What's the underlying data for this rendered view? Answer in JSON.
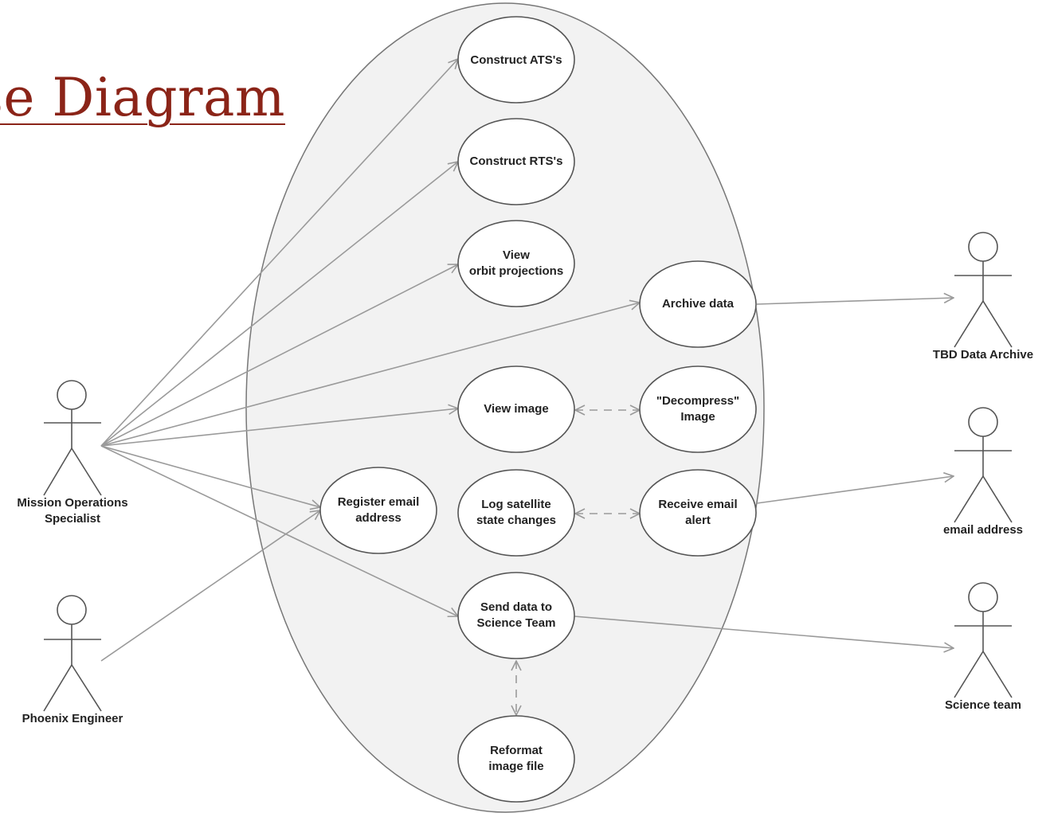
{
  "page": {
    "title": "se Diagram"
  },
  "colors": {
    "title": "#8b2418",
    "line": "#9a9a9a",
    "system_fill": "#f2f2f2",
    "stroke": "#555555"
  },
  "actors": {
    "mission_ops": "Mission Operations Specialist",
    "phoenix": "Phoenix Engineer",
    "tbd_archive": "TBD Data Archive",
    "email": "email address",
    "science": "Science team"
  },
  "use_cases": {
    "construct_ats": "Construct ATS's",
    "construct_rts": "Construct RTS's",
    "view_orbit": "View orbit projections",
    "archive_data": "Archive data",
    "view_image": "View image",
    "decompress": "\"Decompress\" Image",
    "register_email": "Register email address",
    "log_satellite": "Log satellite state changes",
    "receive_email": "Receive email alert",
    "send_data": "Send data to Science Team",
    "reformat": "Reformat image file"
  }
}
